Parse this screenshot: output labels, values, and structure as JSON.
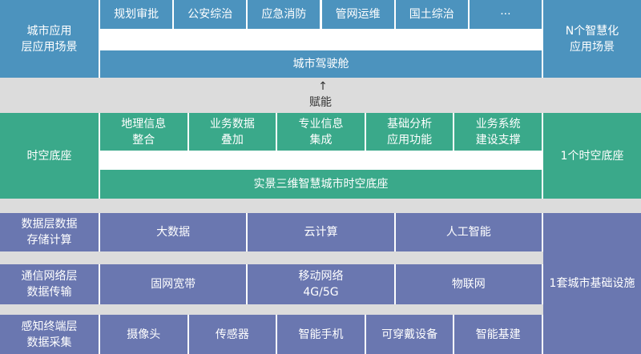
{
  "city_layer": {
    "left_label": "城市应用\n层应用场景",
    "right_label": "N个智慧化\n应用场景",
    "scenarios": [
      "规划审批",
      "公安综治",
      "应急消防",
      "管网运维",
      "国土综治",
      "···"
    ],
    "cockpit": "城市驾驶舱"
  },
  "empower": {
    "label": "赋能",
    "arrow": "↑"
  },
  "base_layer": {
    "left_label": "时空底座",
    "right_label": "1个时空底座",
    "functions": [
      "地理信息\n整合",
      "业务数据\n叠加",
      "专业信息\n集成",
      "基础分析\n应用功能",
      "业务系统\n建设支撑"
    ],
    "platform": "实景三维智慧城市时空底座"
  },
  "data_layer": {
    "label": "数据层数据\n存储计算",
    "items": [
      "大数据",
      "云计算",
      "人工智能"
    ]
  },
  "comm_layer": {
    "label": "通信网络层\n数据传输",
    "items": [
      "固网宽带",
      "移动网络\n4G/5G",
      "物联网"
    ]
  },
  "sense_layer": {
    "label": "感知终端层\n数据采集",
    "items": [
      "摄像头",
      "传感器",
      "智能手机",
      "可穿戴设备",
      "智能基建"
    ]
  },
  "infra_label": "1套城市基础设施",
  "arrow_glyph": "↑"
}
